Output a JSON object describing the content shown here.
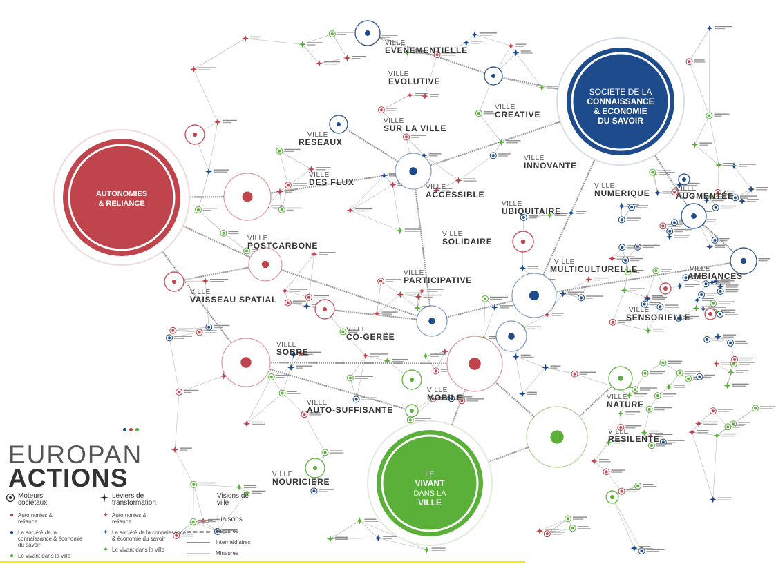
{
  "hubs": {
    "connaissance": {
      "line1": "SOCIETE DE LA",
      "line2": "CONNAISSANCE",
      "line3": "& ECONOMIE",
      "line4": "DU SAVOIR",
      "color": "#1e4b8c"
    },
    "autonomies": {
      "line1": "AUTONOMIES",
      "line2": "& RELIANCE",
      "color": "#c0444c"
    },
    "vivant": {
      "line1": "LE",
      "line2": "VIVANT",
      "line3": "DANS LA",
      "line4": "VILLE",
      "color": "#5bb03a"
    }
  },
  "ville_prefix": "VILLE",
  "villes": [
    {
      "id": "evenementielle",
      "name": "EVENEMENTIELLE"
    },
    {
      "id": "evolutive",
      "name": "EVOLUTIVE"
    },
    {
      "id": "surlaville",
      "name": "SUR LA VILLE"
    },
    {
      "id": "creative",
      "name": "CREATIVE"
    },
    {
      "id": "reseaux",
      "name": "RESEAUX"
    },
    {
      "id": "innovante",
      "name": "INNOVANTE"
    },
    {
      "id": "desflux",
      "name": "DES FLUX"
    },
    {
      "id": "accessible",
      "name": "ACCESSIBLE"
    },
    {
      "id": "numerique",
      "name": "NUMERIQUE"
    },
    {
      "id": "augmentee",
      "name": "AUGMENTÉE"
    },
    {
      "id": "ubiquitaire",
      "name": "UBIQUITAIRE"
    },
    {
      "id": "postcarbone",
      "name": "POSTCARBONE"
    },
    {
      "id": "solidaire",
      "name": "SOLIDAIRE"
    },
    {
      "id": "multiculturelle",
      "name": "MULTICULTURELLE"
    },
    {
      "id": "ambiances",
      "name": "AMBIANCES"
    },
    {
      "id": "participative",
      "name": "PARTICIPATIVE"
    },
    {
      "id": "vaisseau",
      "name": "VAISSEAU SPATIAL"
    },
    {
      "id": "sensorielle",
      "name": "SENSORIELLE"
    },
    {
      "id": "cogeree",
      "name": "CO-GERÉE"
    },
    {
      "id": "sobre",
      "name": "SOBRE"
    },
    {
      "id": "mobile",
      "name": "MOBILE"
    },
    {
      "id": "nature",
      "name": "NATURE"
    },
    {
      "id": "autosuffisante",
      "name": "AUTO-SUFFISANTE"
    },
    {
      "id": "resilente",
      "name": "RESILENTE"
    },
    {
      "id": "nouriciere",
      "name": "NOURICIERE"
    }
  ],
  "brand": {
    "line1": "EUROPAN",
    "line2": "ACTIONS",
    "dot_colors": [
      "#1e4b8c",
      "#c0444c",
      "#5bb03a"
    ]
  },
  "legend": {
    "moteurs": {
      "title": "Moteurs sociétaux"
    },
    "leviers": {
      "title": "Leviers de transformation"
    },
    "visions": {
      "title": "Visions de ville"
    },
    "items": [
      {
        "label": "Automonies & reliance",
        "color": "#c0444c"
      },
      {
        "label": "La société de la connaissance & économie du savoir",
        "color": "#1e4b8c"
      },
      {
        "label": "Le vivant dans la ville",
        "color": "#5bb03a"
      }
    ],
    "liaisons": {
      "title": "Liaisons",
      "majeures": "Majeures",
      "intermediaires": "Intermédiaires",
      "mineures": "Mineures"
    }
  }
}
